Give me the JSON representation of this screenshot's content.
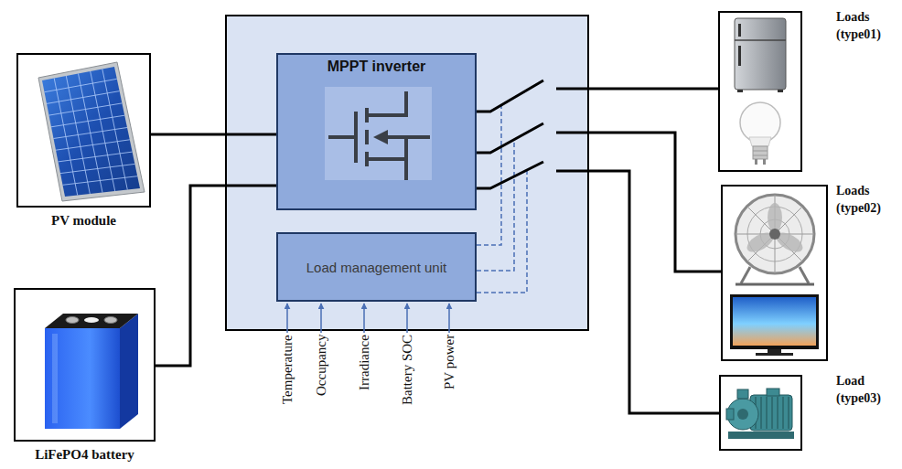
{
  "diagram": {
    "nodes": [
      {
        "text": [
          "PV module"
        ]
      },
      {
        "text": [
          "LiFePO4 battery"
        ]
      },
      {
        "text": [
          "MPPT inverter"
        ]
      },
      {
        "text": [
          "Load management unit"
        ]
      },
      {
        "text": [
          "Loads (type01)"
        ]
      },
      {
        "text": [
          "Loads (type02)"
        ]
      },
      {
        "text": [
          "Load (type03)"
        ]
      }
    ],
    "edges": [
      {
        "from": 0,
        "to": 2,
        "arrow": "none"
      },
      {
        "from": 1,
        "to": 2,
        "arrow": "none"
      },
      {
        "from": 2,
        "to": 4,
        "arrow": "none"
      },
      {
        "from": 2,
        "to": 5,
        "arrow": "none"
      },
      {
        "from": 2,
        "to": 6,
        "arrow": "none"
      }
    ],
    "labels": [
      "Temperature",
      "Occupancy",
      "Irradiance",
      "Battery SOC",
      "PV power"
    ]
  }
}
